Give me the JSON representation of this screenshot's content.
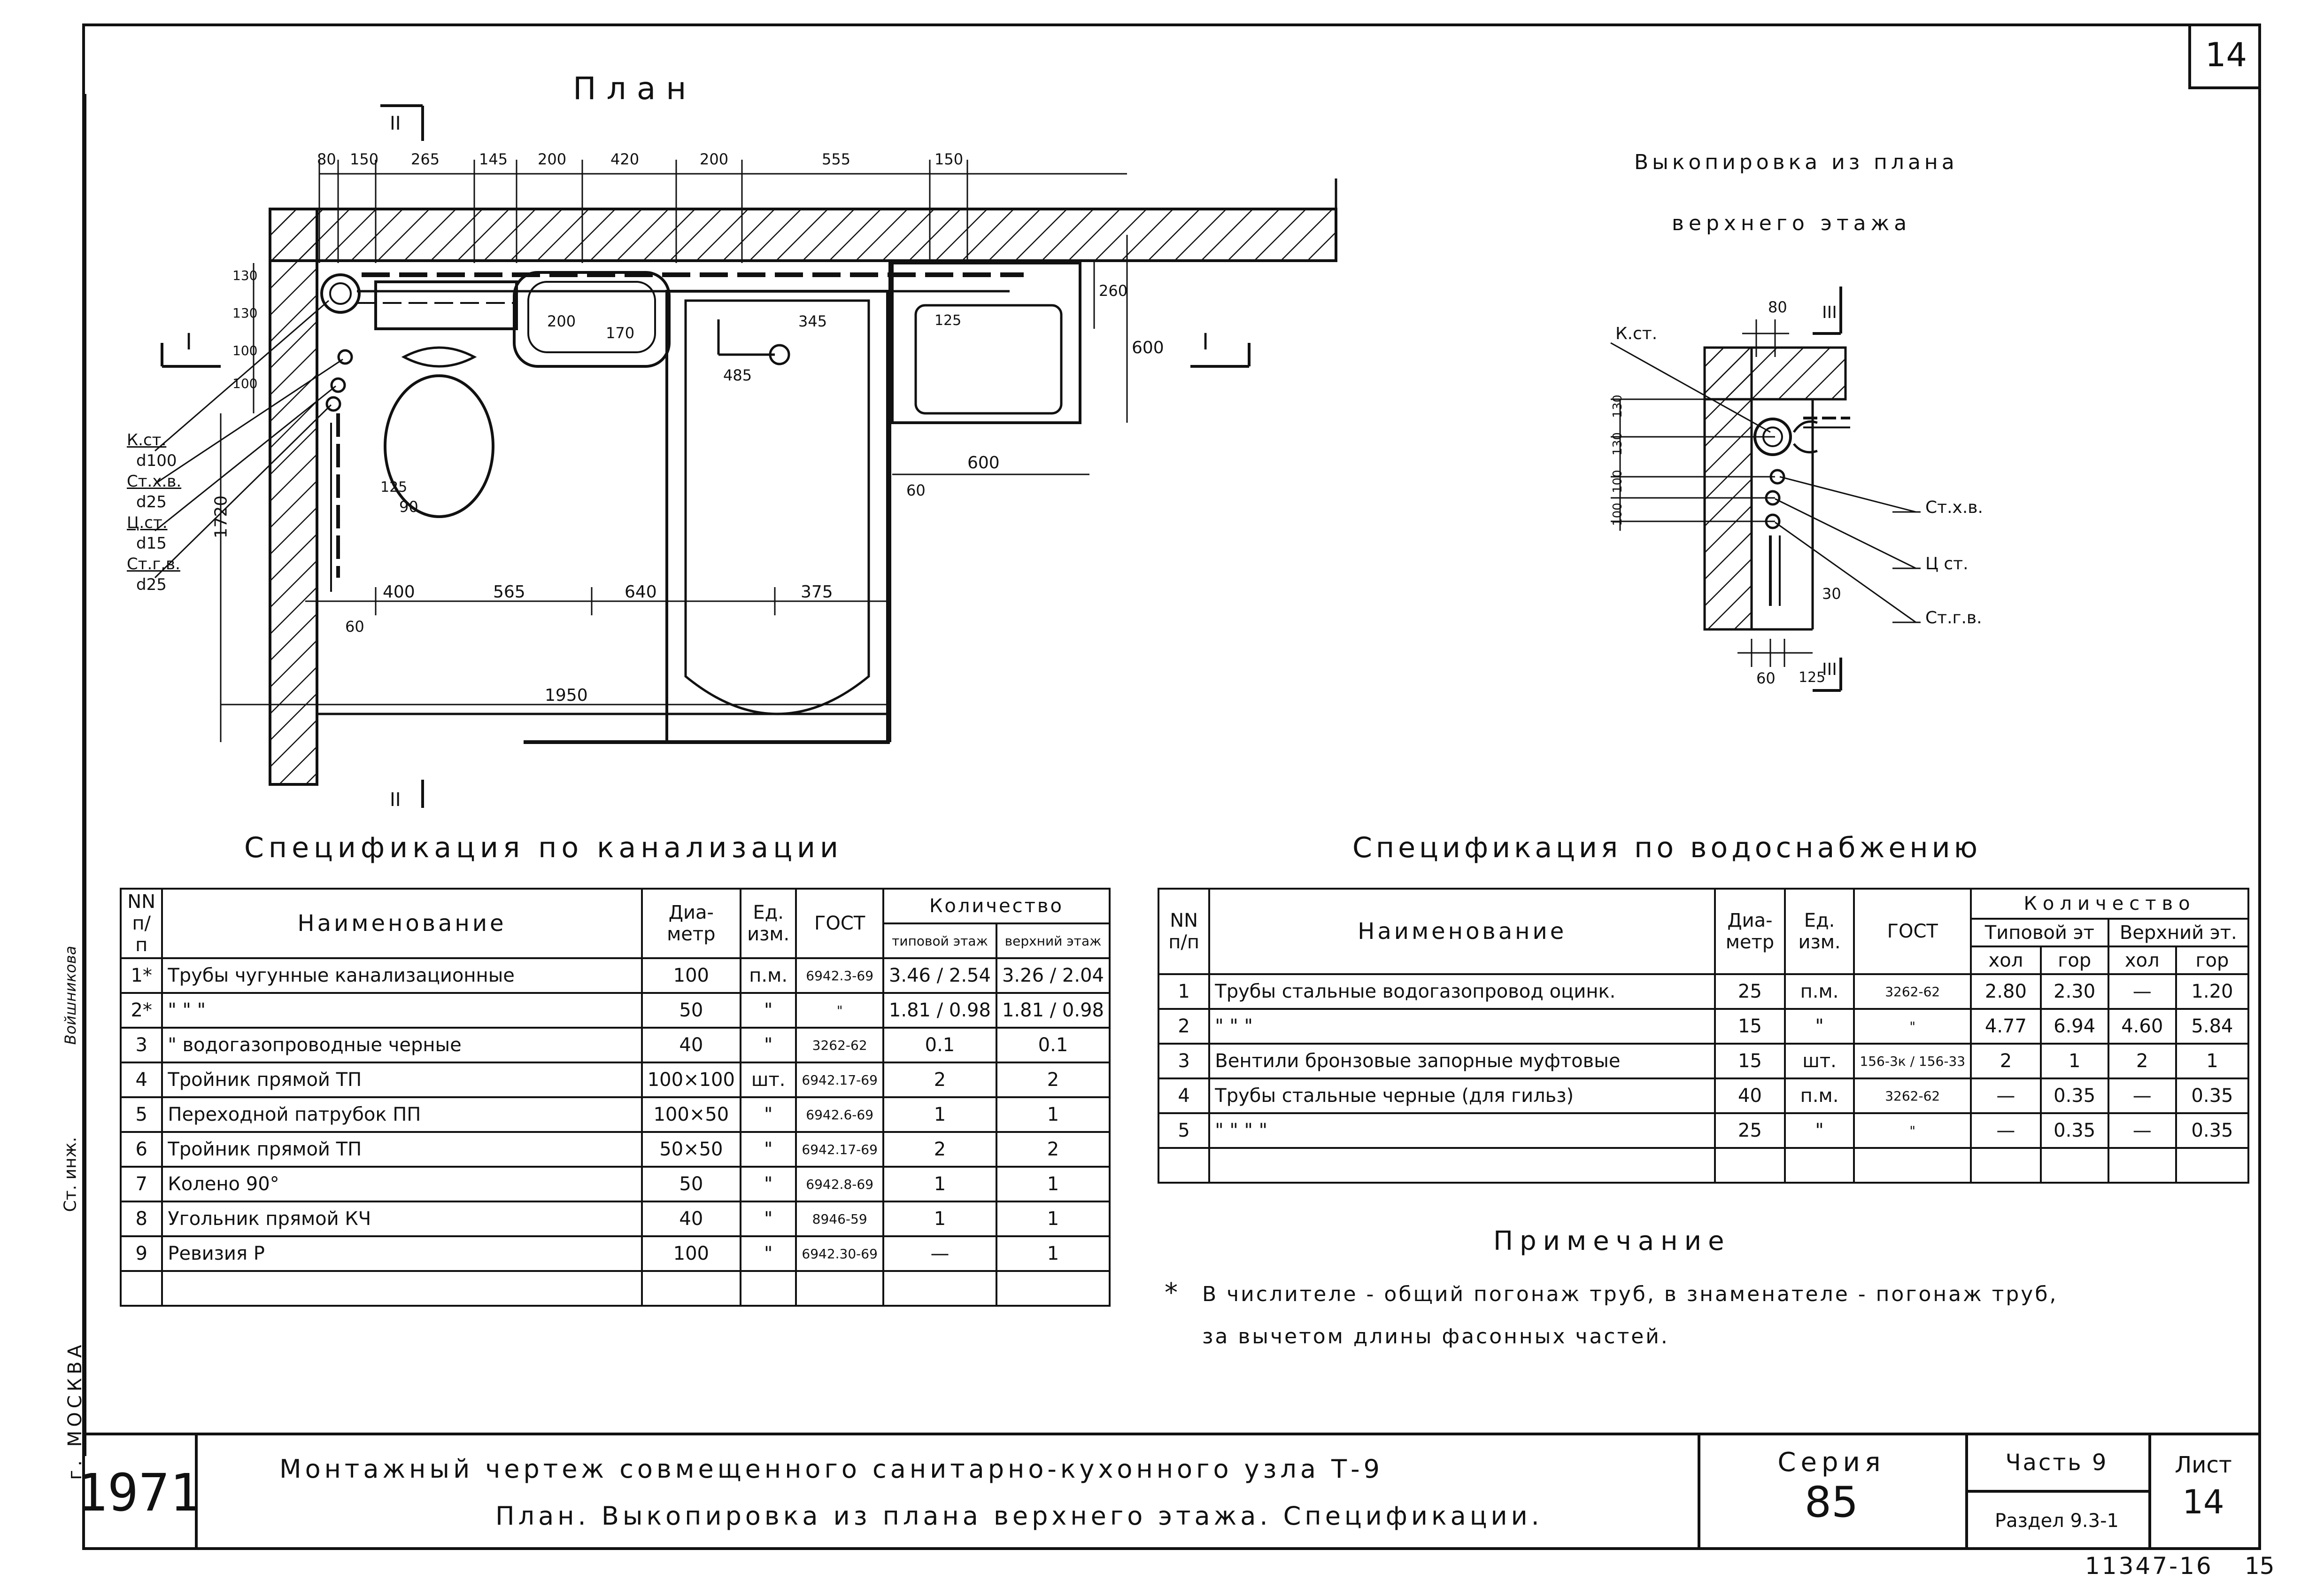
{
  "sheet_number": "14",
  "plan": {
    "title": "План",
    "section_marks": {
      "I": "I",
      "II": "II"
    },
    "top_dims": [
      "80",
      "150",
      "265",
      "145",
      "200",
      "420",
      "200",
      "555",
      "150"
    ],
    "inner_dims": {
      "d200": "200",
      "d170": "170",
      "d345": "345",
      "d485": "485",
      "d125": "125",
      "d260": "260",
      "d600": "600",
      "d600b": "600",
      "d60": "60"
    },
    "left_dims": [
      "130",
      "130",
      "100",
      "100"
    ],
    "bottom_dims": [
      "400",
      "565",
      "640",
      "375"
    ],
    "total_width": "1950",
    "height_1720": "1720",
    "dim_90": "90",
    "dim_125": "125",
    "dim_60": "60",
    "riser_labels": [
      {
        "name": "К.ст.",
        "dia": "d100"
      },
      {
        "name": "Ст.х.в.",
        "dia": "d25"
      },
      {
        "name": "Ц.ст.",
        "dia": "d15"
      },
      {
        "name": "Ст.г.в.",
        "dia": "d25"
      }
    ]
  },
  "excerpt": {
    "title_line1": "Выкопировка из плана",
    "title_line2": "верхнего этажа",
    "section_mark": "III",
    "dims": {
      "d80": "80",
      "d30": "30",
      "d60": "60",
      "d125": "125"
    },
    "left_dims": [
      "130",
      "130",
      "100",
      "100"
    ],
    "labels": {
      "k_st": "К.ст.",
      "st_xv": "Ст.х.в.",
      "c_st": "Ц ст.",
      "st_gv": "Ст.г.в."
    }
  },
  "sewer_spec": {
    "title": "Спецификация по канализации",
    "headers": {
      "num": "NN п/п",
      "name": "Наименование",
      "dia": "Диа-метр",
      "unit": "Ед. изм.",
      "gost": "ГОСТ",
      "qty": "Количество",
      "typical": "типовой этаж",
      "upper": "верхний этаж"
    },
    "rows": [
      {
        "n": "1*",
        "name": "Трубы чугунные канализационные",
        "dia": "100",
        "unit": "п.м.",
        "gost": "6942.3-69",
        "typical": "3.46 / 2.54",
        "upper": "3.26 / 2.04"
      },
      {
        "n": "2*",
        "name": "\"          \"          \"",
        "dia": "50",
        "unit": "\"",
        "gost": "\"",
        "typical": "1.81 / 0.98",
        "upper": "1.81 / 0.98"
      },
      {
        "n": "3",
        "name": "\"  водогазопроводные черные",
        "dia": "40",
        "unit": "\"",
        "gost": "3262-62",
        "typical": "0.1",
        "upper": "0.1"
      },
      {
        "n": "4",
        "name": "Тройник прямой ТП",
        "dia": "100×100",
        "unit": "шт.",
        "gost": "6942.17-69",
        "typical": "2",
        "upper": "2"
      },
      {
        "n": "5",
        "name": "Переходной патрубок ПП",
        "dia": "100×50",
        "unit": "\"",
        "gost": "6942.6-69",
        "typical": "1",
        "upper": "1"
      },
      {
        "n": "6",
        "name": "Тройник прямой ТП",
        "dia": "50×50",
        "unit": "\"",
        "gost": "6942.17-69",
        "typical": "2",
        "upper": "2"
      },
      {
        "n": "7",
        "name": "Колено 90°",
        "dia": "50",
        "unit": "\"",
        "gost": "6942.8-69",
        "typical": "1",
        "upper": "1"
      },
      {
        "n": "8",
        "name": "Угольник прямой КЧ",
        "dia": "40",
        "unit": "\"",
        "gost": "8946-59",
        "typical": "1",
        "upper": "1"
      },
      {
        "n": "9",
        "name": "Ревизия Р",
        "dia": "100",
        "unit": "\"",
        "gost": "6942.30-69",
        "typical": "—",
        "upper": "1"
      },
      {
        "n": "",
        "name": "",
        "dia": "",
        "unit": "",
        "gost": "",
        "typical": "",
        "upper": ""
      }
    ]
  },
  "water_spec": {
    "title": "Спецификация по водоснабжению",
    "headers": {
      "num": "NN п/п",
      "name": "Наименование",
      "dia": "Диа-метр",
      "unit": "Ед. изм.",
      "gost": "ГОСТ",
      "qty": "Количество",
      "typical": "Типовой эт",
      "upper": "Верхний эт.",
      "cold": "хол",
      "hot": "гор"
    },
    "rows": [
      {
        "n": "1",
        "name": "Трубы стальные водогазопровод оцинк.",
        "dia": "25",
        "unit": "п.м.",
        "gost": "3262-62",
        "t_cold": "2.80",
        "t_hot": "2.30",
        "u_cold": "—",
        "u_hot": "1.20"
      },
      {
        "n": "2",
        "name": "\"          \"          \"",
        "dia": "15",
        "unit": "\"",
        "gost": "\"",
        "t_cold": "4.77",
        "t_hot": "6.94",
        "u_cold": "4.60",
        "u_hot": "5.84"
      },
      {
        "n": "3",
        "name": "Вентили бронзовые запорные муфтовые",
        "dia": "15",
        "unit": "шт.",
        "gost": "156-3к / 156-33",
        "t_cold": "2",
        "t_hot": "1",
        "u_cold": "2",
        "u_hot": "1"
      },
      {
        "n": "4",
        "name": "Трубы стальные черные (для гильз)",
        "dia": "40",
        "unit": "п.м.",
        "gost": "3262-62",
        "t_cold": "—",
        "t_hot": "0.35",
        "u_cold": "—",
        "u_hot": "0.35"
      },
      {
        "n": "5",
        "name": "\"        \"        \"        \"",
        "dia": "25",
        "unit": "\"",
        "gost": "\"",
        "t_cold": "—",
        "t_hot": "0.35",
        "u_cold": "—",
        "u_hot": "0.35"
      },
      {
        "n": "",
        "name": "",
        "dia": "",
        "unit": "",
        "gost": "",
        "t_cold": "",
        "t_hot": "",
        "u_cold": "",
        "u_hot": ""
      }
    ]
  },
  "note": {
    "title": "Примечание",
    "star": "*",
    "line1": "В числителе - общий погонаж труб, в знаменателе - погонаж труб,",
    "line2": "за вычетом длины фасонных частей."
  },
  "left_margin": {
    "city": "г. МОСКВА",
    "role": "Ст. инж.",
    "name": "Войшникова"
  },
  "title_block": {
    "year": "1971",
    "line1": "Монтажный чертеж совмещенного санитарно-кухонного узла Т-9",
    "line2": "План. Выкопировка из плана верхнего этажа. Спецификации.",
    "series_label": "Серия",
    "series_value": "85",
    "part_label": "Часть 9",
    "section_label": "Раздел 9.3-1",
    "sheet_label": "Лист",
    "sheet_value": "14"
  },
  "bottom_code": "11347-16",
  "bottom_num": "15"
}
